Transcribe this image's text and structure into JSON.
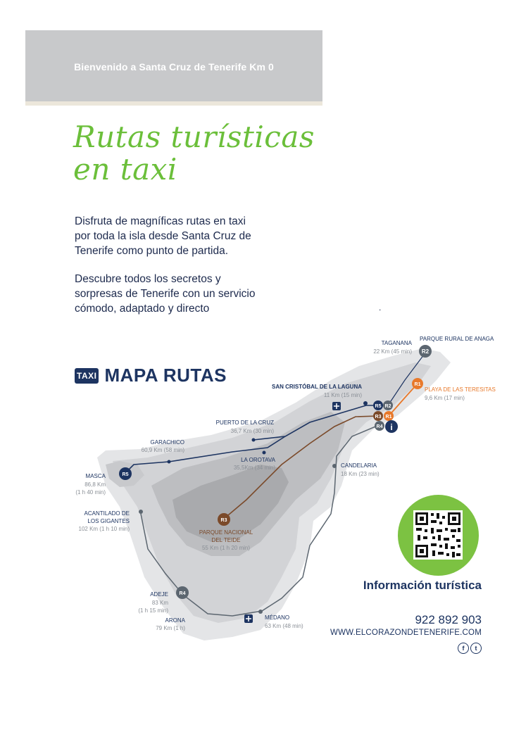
{
  "header": {
    "text": "Bienvenido a Santa Cruz de Tenerife Km 0"
  },
  "title": {
    "line1": "Rutas turísticas",
    "line2": "en taxi"
  },
  "intro": {
    "p1_l1": "Disfruta de magníficas rutas en taxi",
    "p1_l2": "por toda la isla desde Santa Cruz de",
    "p1_l3": "Tenerife como punto de partida.",
    "p2_l1": "Descubre todos los secretos y",
    "p2_l2": "sorpresas de Tenerife con un servicio",
    "p2_l3": "cómodo, adaptado y directo"
  },
  "dot": ".",
  "map": {
    "badge": "TAXI",
    "title": "MAPA RUTAS",
    "places": [
      {
        "name": "TAGANANA",
        "detail": "22 Km (45 min)"
      },
      {
        "name": "PARQUE RURAL DE ANAGA",
        "detail": ""
      },
      {
        "name": "SAN CRISTÓBAL DE LA LAGUNA",
        "detail": "11 Km (15 min)"
      },
      {
        "name": "PLAYA DE LAS TERESITAS",
        "detail": "9,6 Km (17 min)"
      },
      {
        "name": "PUERTO DE LA CRUZ",
        "detail": "36,7 Km (30 min)"
      },
      {
        "name": "GARACHICO",
        "detail": "60,9 Km (58 min)"
      },
      {
        "name": "LA OROTAVA",
        "detail": "35,5Km (34 min)"
      },
      {
        "name": "CANDELARIA",
        "detail": "18 Km (23 min)"
      },
      {
        "name": "MASCA",
        "detail": "86,8 Km",
        "detail2": "(1 h 40 min)"
      },
      {
        "name": "ACANTILADO DE",
        "name2": "LOS GIGANTES",
        "detail": "102 Km (1 h 10 min)"
      },
      {
        "name": "PARQUE NACIONAL",
        "name2": "DEL TEIDE",
        "detail": "55 Km (1 h 20 min)"
      },
      {
        "name": "ADEJE",
        "detail": "83 Km",
        "detail2": "(1 h 15 min)"
      },
      {
        "name": "ARONA",
        "detail": "79 Km (1 h)"
      },
      {
        "name": "MÉDANO",
        "detail": "63 Km (48 min)"
      }
    ],
    "routes": [
      "R1",
      "R2",
      "R3",
      "R4",
      "R5"
    ],
    "info_icon": "i"
  },
  "contact": {
    "title": "Información turística",
    "phone": "922 892 903",
    "web": "WWW.ELCORAZONDETENERIFE.COM",
    "social": [
      "facebook-icon",
      "twitter-icon"
    ]
  },
  "colors": {
    "green": "#6bbf3a",
    "navy": "#1d3461",
    "orange": "#e8792b",
    "brown": "#7b4a2a",
    "route_gray": "#5c6670"
  }
}
